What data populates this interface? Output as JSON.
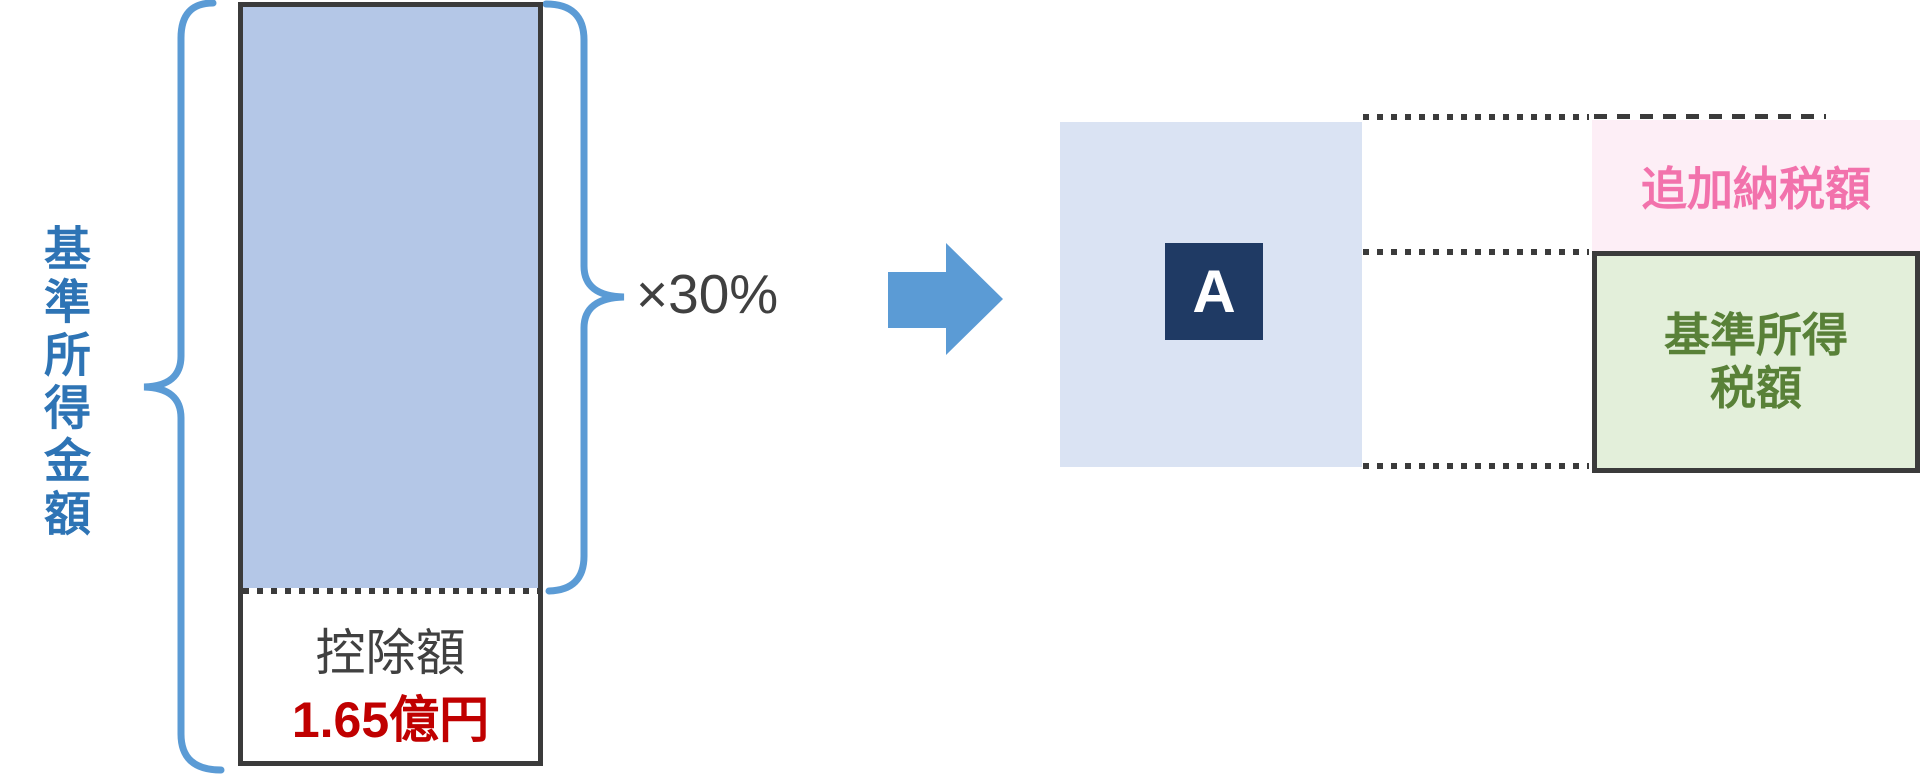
{
  "colors": {
    "accent-blue": "#5B9BD5",
    "label-blue": "#2E74B5",
    "rect-fill-blue": "#B4C7E7",
    "square-fill-blue": "#DAE3F3",
    "navy": "#1F3A64",
    "dark-gray": "#404040",
    "border-dark": "#3B3B3B",
    "red": "#C00000",
    "pink-text": "#F272AC",
    "pink-fill": "#FDEEF6",
    "green-text": "#598138",
    "green-fill": "#E3EFDA"
  },
  "diagram": {
    "base_income_label": "基準所得金額",
    "multiplier_label": "×30%",
    "deduction": {
      "label": "控除額",
      "amount": "1.65億円"
    },
    "result_square": {
      "letter": "A"
    },
    "additional_tax_label": "追加納税額",
    "base_tax_label_lines": [
      "基準所得",
      "税額"
    ]
  }
}
